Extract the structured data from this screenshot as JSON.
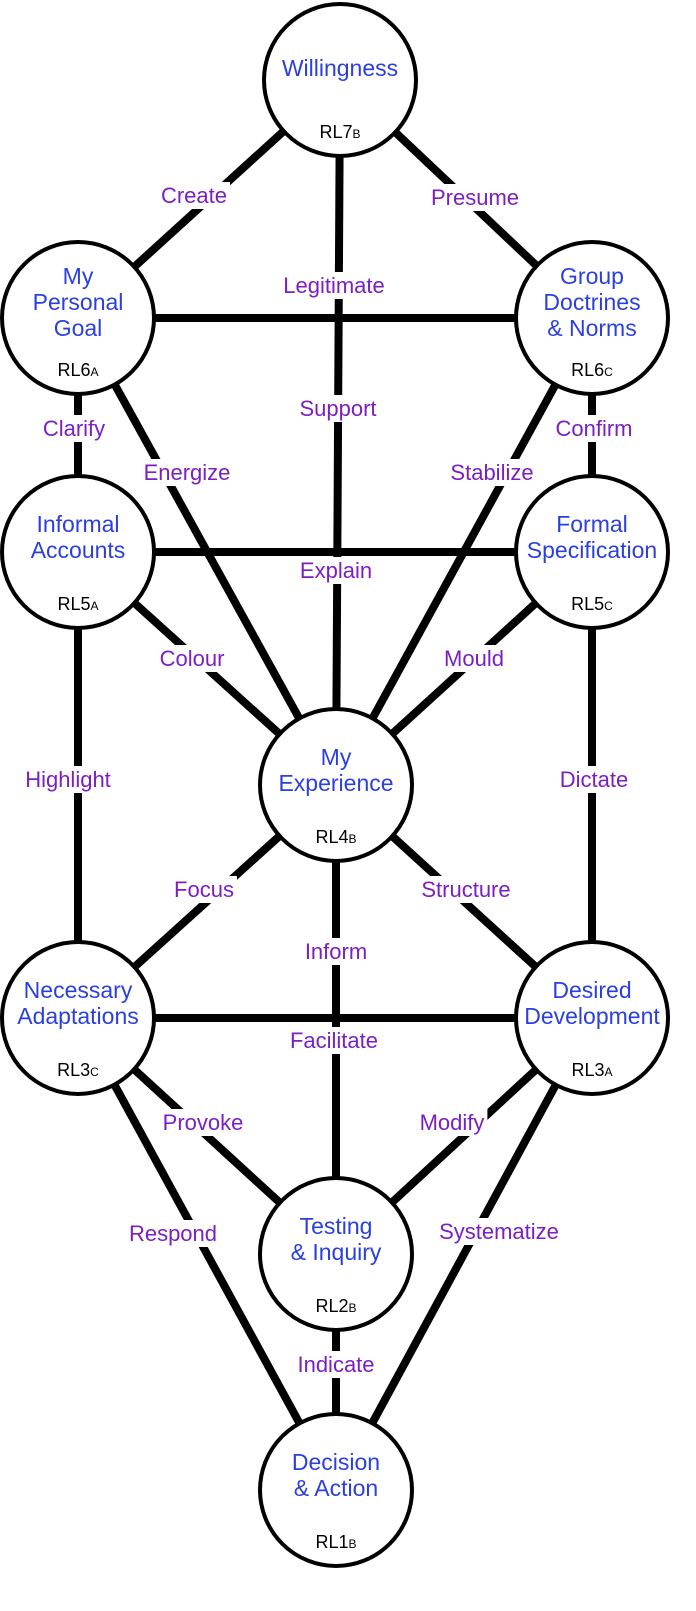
{
  "colors": {
    "node_text": "#2b3fe0",
    "edge_text": "#7b1fc2",
    "line": "#000000",
    "code_text": "#000000"
  },
  "nodes": [
    {
      "id": "rl7b",
      "lines": [
        "Willingness"
      ],
      "code": "RL7",
      "sub": "B"
    },
    {
      "id": "rl6a",
      "lines": [
        "My",
        "Personal",
        "Goal"
      ],
      "code": "RL6",
      "sub": "A"
    },
    {
      "id": "rl6c",
      "lines": [
        "Group",
        "Doctrines",
        "& Norms"
      ],
      "code": "RL6",
      "sub": "C"
    },
    {
      "id": "rl5a",
      "lines": [
        "Informal",
        "Accounts"
      ],
      "code": "RL5",
      "sub": "A"
    },
    {
      "id": "rl5c",
      "lines": [
        "Formal",
        "Specification"
      ],
      "code": "RL5",
      "sub": "C"
    },
    {
      "id": "rl4b",
      "lines": [
        "My",
        "Experience"
      ],
      "code": "RL4",
      "sub": "B"
    },
    {
      "id": "rl3c",
      "lines": [
        "Necessary",
        "Adaptations"
      ],
      "code": "RL3",
      "sub": "C"
    },
    {
      "id": "rl3a",
      "lines": [
        "Desired",
        "Development"
      ],
      "code": "RL3",
      "sub": "A"
    },
    {
      "id": "rl2b",
      "lines": [
        "Testing",
        "& Inquiry"
      ],
      "code": "RL2",
      "sub": "B"
    },
    {
      "id": "rl1b",
      "lines": [
        "Decision",
        "& Action"
      ],
      "code": "RL1",
      "sub": "B"
    }
  ],
  "edges": [
    {
      "from": "rl7b",
      "to": "rl6a",
      "label": "Create"
    },
    {
      "from": "rl7b",
      "to": "rl6c",
      "label": "Presume"
    },
    {
      "from": "rl7b",
      "to": "rl4b",
      "label": "Legitimate"
    },
    {
      "from": "rl6a",
      "to": "rl6c",
      "label": ""
    },
    {
      "from": "rl6a",
      "to": "rl5a",
      "label": "Clarify"
    },
    {
      "from": "rl6a",
      "to": "rl4b",
      "label": "Energize"
    },
    {
      "from": "rl6c",
      "to": "rl5c",
      "label": "Confirm"
    },
    {
      "from": "rl6c",
      "to": "rl4b",
      "label": "Stabilize"
    },
    {
      "from": "rl7b",
      "to": "rl4b",
      "label": "Support"
    },
    {
      "from": "rl5a",
      "to": "rl5c",
      "label": ""
    },
    {
      "from": "rl7b",
      "to": "rl4b",
      "label": "Explain"
    },
    {
      "from": "rl5a",
      "to": "rl4b",
      "label": "Colour"
    },
    {
      "from": "rl5c",
      "to": "rl4b",
      "label": "Mould"
    },
    {
      "from": "rl5a",
      "to": "rl3c",
      "label": "Highlight"
    },
    {
      "from": "rl5c",
      "to": "rl3a",
      "label": "Dictate"
    },
    {
      "from": "rl4b",
      "to": "rl3c",
      "label": "Focus"
    },
    {
      "from": "rl4b",
      "to": "rl3a",
      "label": "Structure"
    },
    {
      "from": "rl4b",
      "to": "rl2b",
      "label": "Inform"
    },
    {
      "from": "rl3c",
      "to": "rl3a",
      "label": ""
    },
    {
      "from": "rl4b",
      "to": "rl2b",
      "label": "Facilitate"
    },
    {
      "from": "rl3c",
      "to": "rl2b",
      "label": "Provoke"
    },
    {
      "from": "rl3a",
      "to": "rl2b",
      "label": "Modify"
    },
    {
      "from": "rl3c",
      "to": "rl1b",
      "label": "Respond"
    },
    {
      "from": "rl3a",
      "to": "rl1b",
      "label": "Systematize"
    },
    {
      "from": "rl2b",
      "to": "rl1b",
      "label": "Indicate"
    }
  ]
}
